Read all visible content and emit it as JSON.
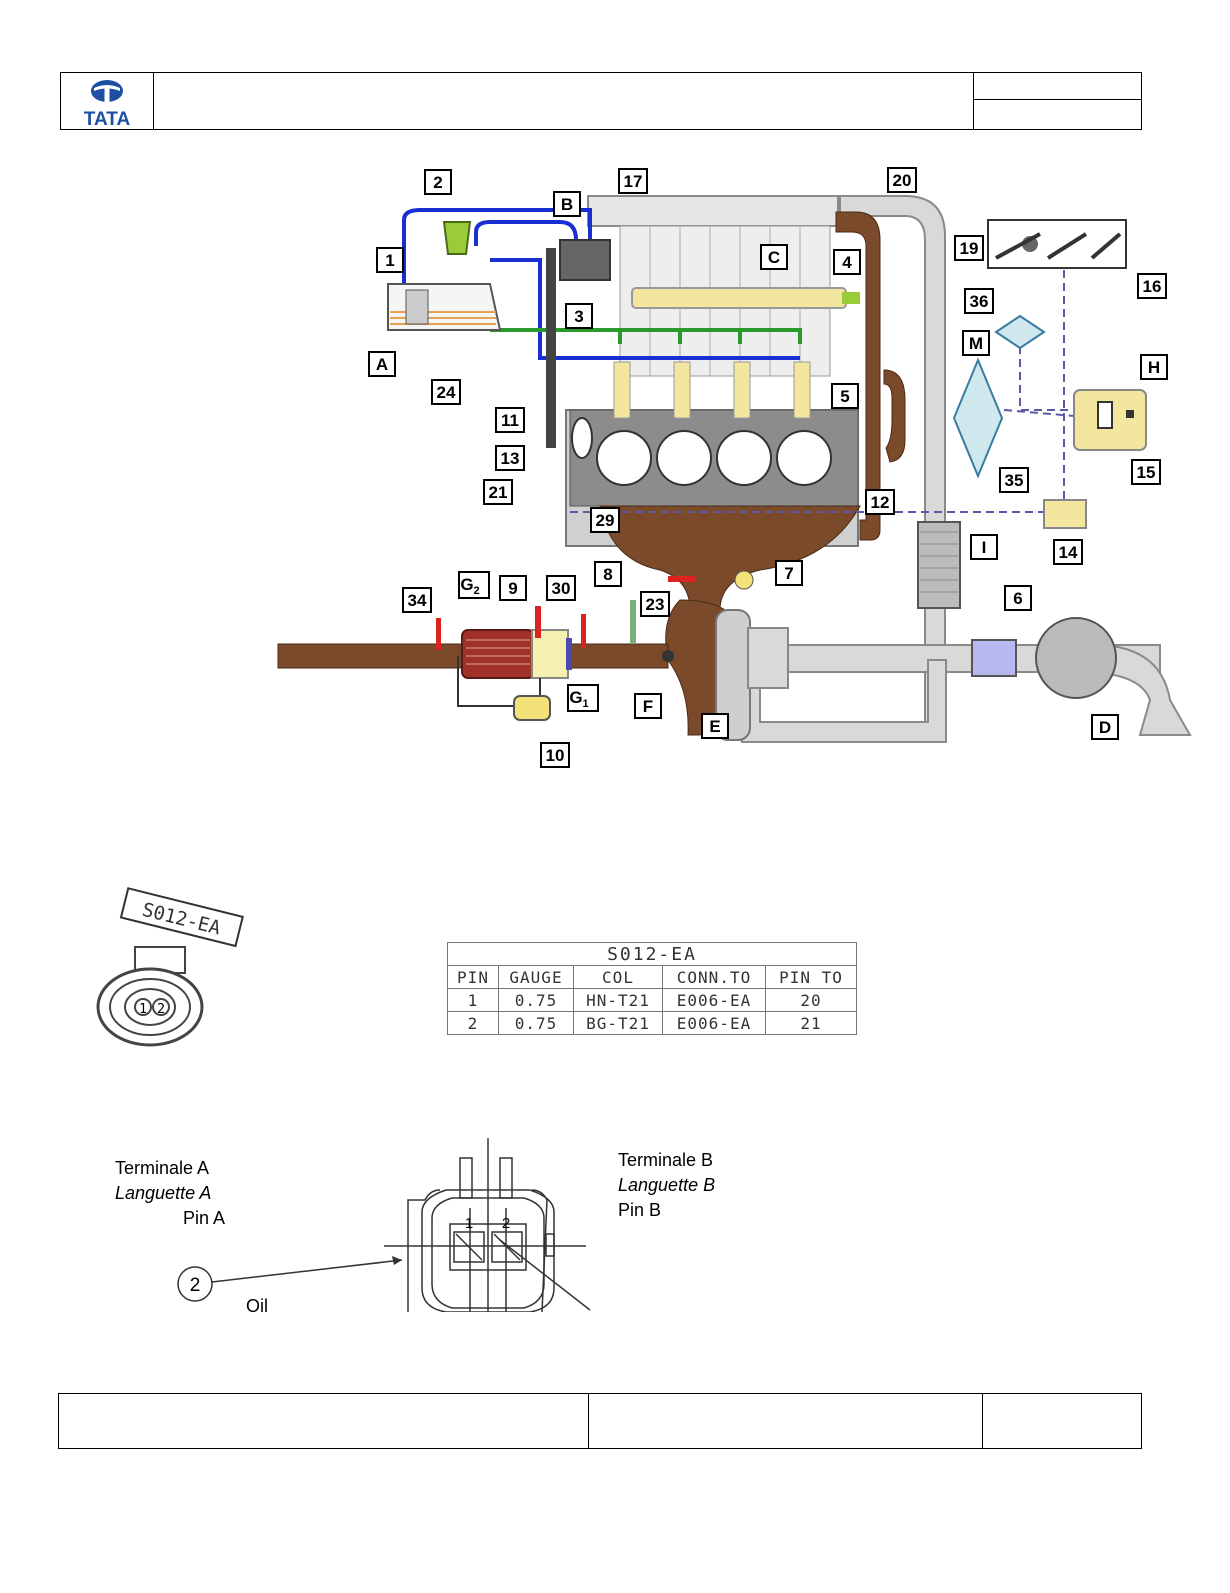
{
  "header": {
    "logo_text": "TATA"
  },
  "diagram": {
    "callouts": [
      "1",
      "2",
      "3",
      "4",
      "5",
      "6",
      "7",
      "8",
      "9",
      "10",
      "11",
      "12",
      "13",
      "14",
      "15",
      "16",
      "17",
      "19",
      "20",
      "21",
      "23",
      "24",
      "29",
      "30",
      "34",
      "35",
      "36",
      "A",
      "B",
      "C",
      "D",
      "E",
      "F",
      "H",
      "I",
      "M"
    ],
    "labels": {
      "g2": "G",
      "g2_sub": "2",
      "g1": "G",
      "g1_sub": "1"
    }
  },
  "connector": {
    "tag": "S012-EA",
    "table": {
      "title": "S012-EA",
      "headers": [
        "PIN",
        "GAUGE",
        "COL",
        "CONN.TO",
        "PIN TO"
      ],
      "rows": [
        [
          "1",
          "0.75",
          "HN-T21",
          "E006-EA",
          "20"
        ],
        [
          "2",
          "0.75",
          "BG-T21",
          "E006-EA",
          "21"
        ]
      ]
    },
    "pin_numbers": [
      "1",
      "2"
    ]
  },
  "detail": {
    "terminal_a": "Terminale A",
    "languette_a": "Languette A",
    "pin_a": "Pin A",
    "terminal_b": "Terminale B",
    "languette_b": "Languette B",
    "pin_b": "Pin B",
    "balloon": "2",
    "partial_text": "Oil"
  },
  "colors": {
    "exhaust": "#7a4a2a",
    "fuel_low": "#1a2fd1",
    "fuel_return": "#2a9a2a",
    "air_pipe": "#d9d9d9",
    "ecu": "#f3e7a0",
    "ecu_link": "#5a5aa8"
  }
}
